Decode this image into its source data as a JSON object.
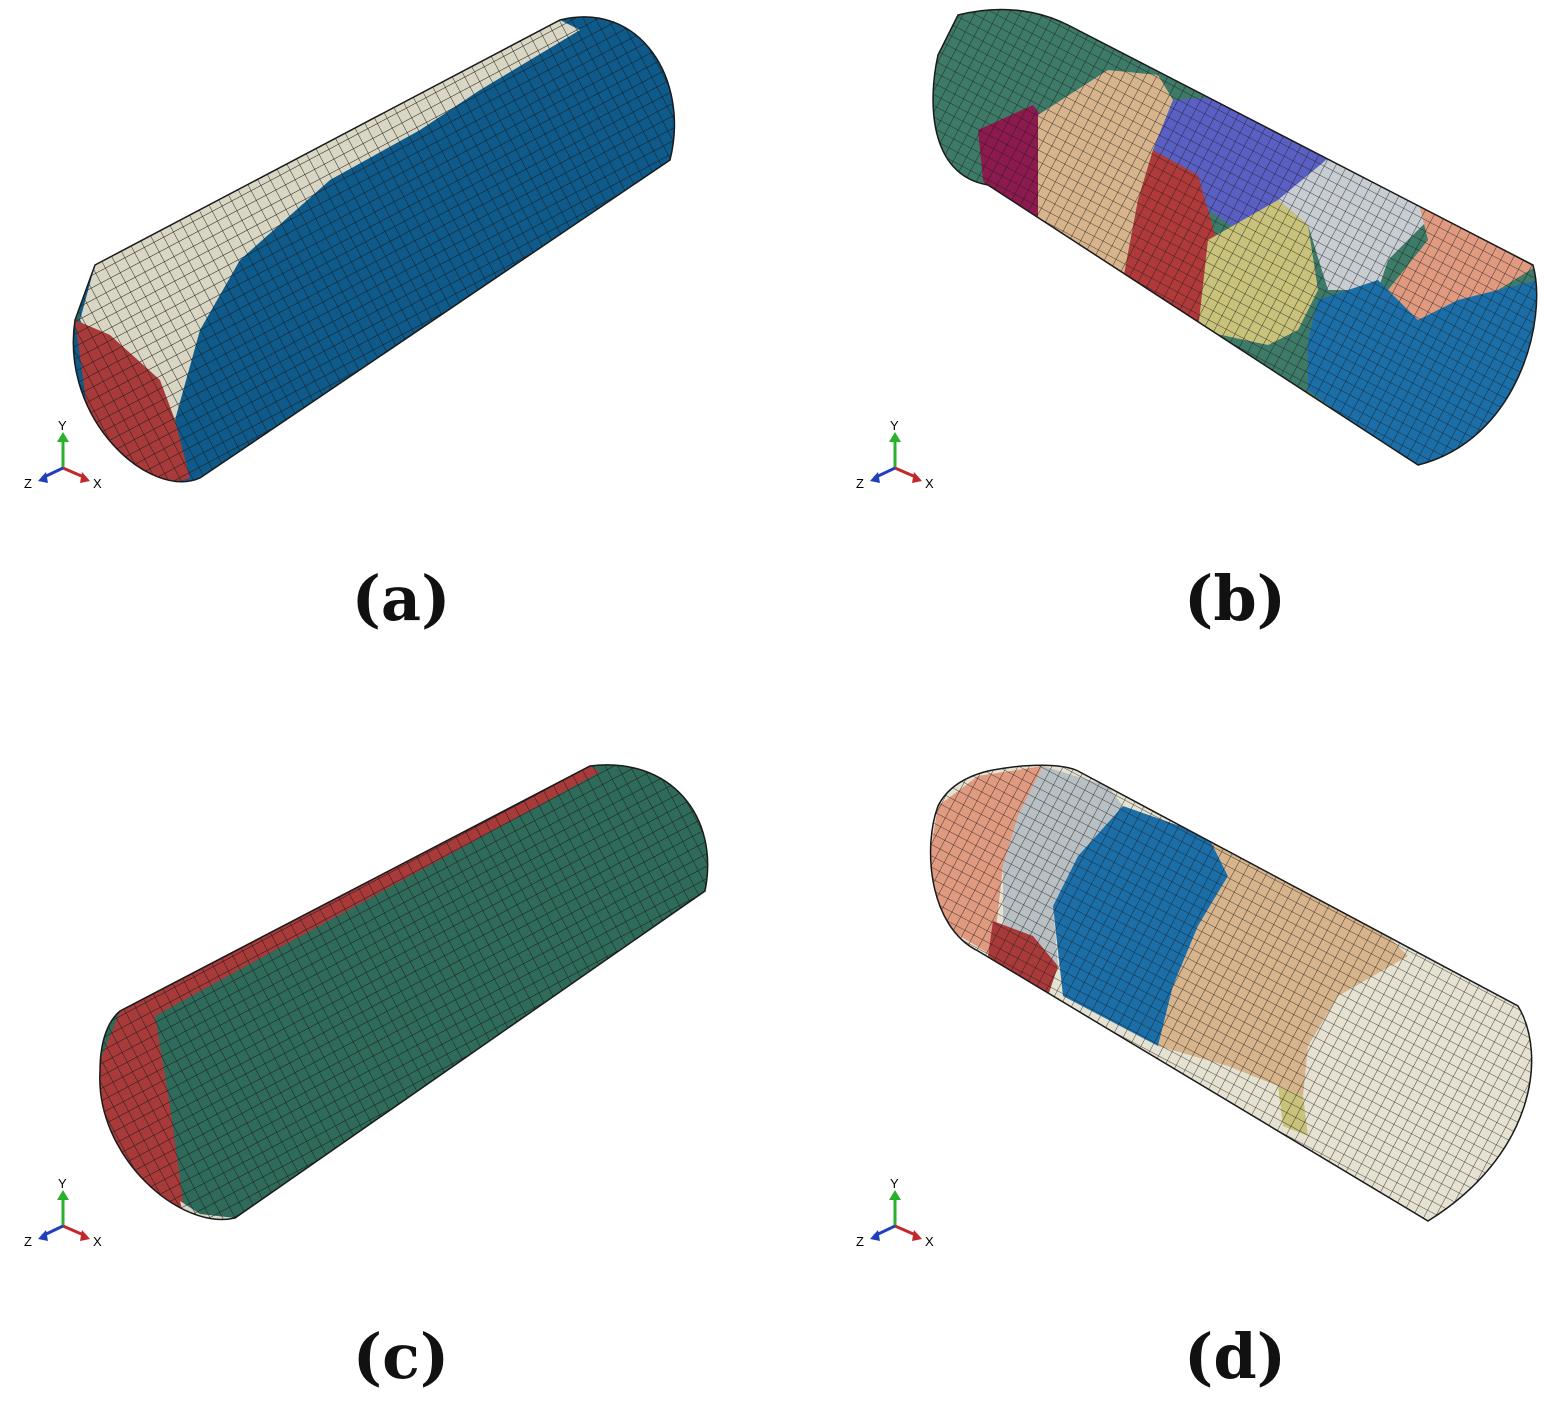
{
  "panels": [
    {
      "id": "a",
      "caption": "(a)",
      "grains": [
        "#0e5a8a",
        "#d9d6c3",
        "#a83a3a",
        "#2f6b5a"
      ],
      "axes": {
        "y": "Y",
        "x": "X",
        "z": "Z"
      }
    },
    {
      "id": "b",
      "caption": "(b)",
      "grains": [
        "#3d7a68",
        "#8d1a4e",
        "#d7b48c",
        "#b03a3a",
        "#5a5fc4",
        "#c9c27a",
        "#c7cdd2",
        "#e09a80",
        "#1b6ea8"
      ],
      "axes": {
        "y": "Y",
        "x": "X",
        "z": "Z"
      }
    },
    {
      "id": "c",
      "caption": "(c)",
      "grains": [
        "#2f6b5a",
        "#a83a3a",
        "#d9d6c3"
      ],
      "axes": {
        "y": "Y",
        "x": "X",
        "z": "Z"
      }
    },
    {
      "id": "d",
      "caption": "(d)",
      "grains": [
        "#e09a80",
        "#b8c0c4",
        "#a83a3a",
        "#1b6ea8",
        "#d7b48c",
        "#e6e2d2",
        "#c9c27a"
      ],
      "axes": {
        "y": "Y",
        "x": "X",
        "z": "Z"
      }
    }
  ],
  "colors": {
    "mesh_line": "#1a1a1a",
    "axis_x": "#c0282b",
    "axis_y": "#2bb02b",
    "axis_z": "#1f3fbf"
  }
}
